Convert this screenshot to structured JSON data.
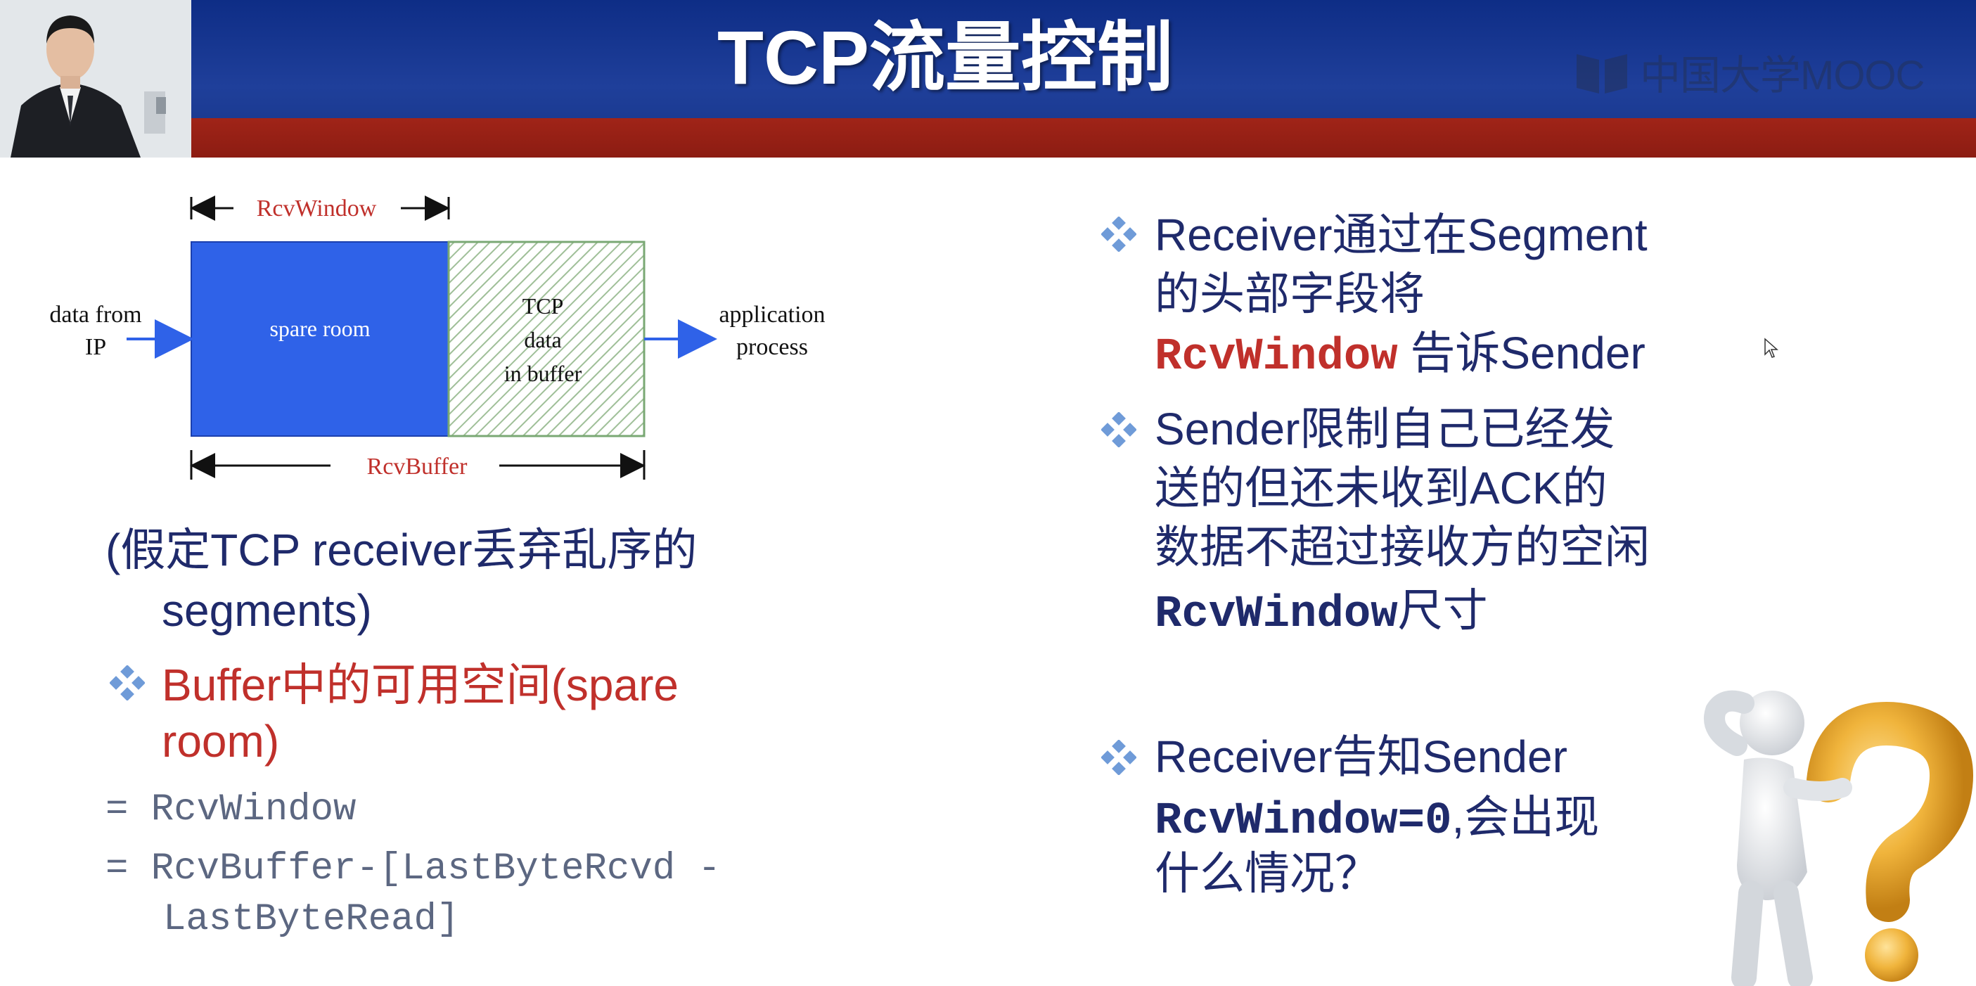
{
  "slide": {
    "title": "TCP流量控制",
    "logo_text": "中国大学MOOC"
  },
  "diagram": {
    "rcv_window_label": "RcvWindow",
    "rcv_buffer_label": "RcvBuffer",
    "data_from_line1": "data from",
    "data_from_line2": "IP",
    "spare_room_label": "spare room",
    "tcp_data_line1": "TCP",
    "tcp_data_line2": "data",
    "tcp_data_line3": "in buffer",
    "app_line1": "application",
    "app_line2": "process",
    "colors": {
      "spare_room": "#2f62e8",
      "buffer_hatch": "#a7cba0",
      "label_red": "#c0302b"
    }
  },
  "left": {
    "assumption_line1": "(假定TCP receiver丢弃乱序的",
    "assumption_line2": "segments)",
    "bullet_line1": "Buffer中的可用空间(spare",
    "bullet_line2": "room)",
    "eq1": "= RcvWindow",
    "eq2_line1": "= RcvBuffer-[LastByteRcvd -",
    "eq2_line2": "LastByteRead]"
  },
  "right": {
    "b1_line1": "Receiver通过在Segment",
    "b1_line2": "的头部字段将",
    "b1_code": "RcvWindow",
    "b1_line3_rest": " 告诉Sender",
    "b2_line1": "Sender限制自己已经发",
    "b2_line2": "送的但还未收到ACK的",
    "b2_line3": "数据不超过接收方的空闲",
    "b2_code": "RcvWindow",
    "b2_line4_rest": "尺寸",
    "b3_line1": "Receiver告知Sender",
    "b3_code": "RcvWindow=0",
    "b3_line2_rest": ",会出现",
    "b3_line3": "什么情况？"
  },
  "icons": {
    "bullet": "diamond-bullet-icon",
    "question": "question-mark-figure-icon",
    "cursor": "mouse-cursor-icon"
  }
}
